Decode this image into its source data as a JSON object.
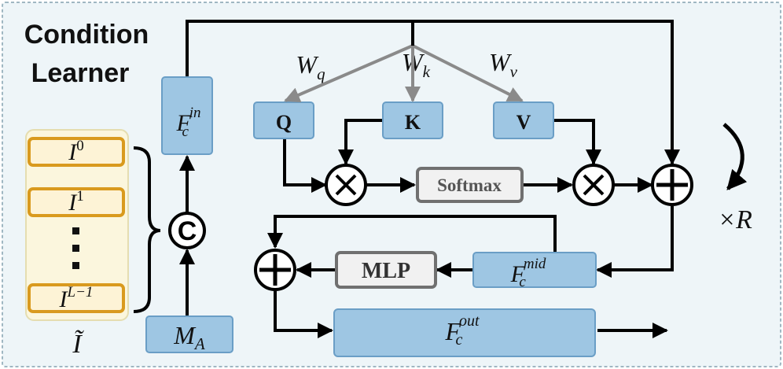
{
  "title": {
    "line1": "Condition",
    "line2": "Learner"
  },
  "inputs": {
    "stack": [
      {
        "base": "I",
        "sup": "0"
      },
      {
        "base": "I",
        "sup": "1"
      },
      {
        "base": "I",
        "sup": "L−1"
      }
    ],
    "stack_symbol": "Ĩ",
    "mask": {
      "base": "M",
      "sub": "A"
    }
  },
  "concat_op": "C",
  "features": {
    "fin": {
      "base": "F",
      "sub": "c",
      "sup": "in"
    },
    "fmid": {
      "base": "F",
      "sub": "c",
      "sup": "mid"
    },
    "fout": {
      "base": "F",
      "sub": "c",
      "sup": "out"
    }
  },
  "weights": {
    "wq": {
      "base": "W",
      "sub": "q"
    },
    "wk": {
      "base": "W",
      "sub": "k"
    },
    "wv": {
      "base": "W",
      "sub": "v"
    }
  },
  "nodes": {
    "q": "Q",
    "k": "K",
    "v": "V",
    "softmax": "Softmax",
    "mlp": "MLP"
  },
  "repeat": "×R",
  "colors": {
    "frame_bg": "#eef5f8",
    "frame_border": "#9fb7c2",
    "blue_fill": "#9ec6e3",
    "blue_stroke": "#6a9ec6",
    "stack_bg": "#fbf6dd",
    "stack_border": "#e5ddb0",
    "orange_stroke": "#d99a1e",
    "orange_fill": "#fdf3d6",
    "gray_stroke": "#707070",
    "gray_fill": "#f1f1f1",
    "grey_line": "#8a8a8a"
  }
}
